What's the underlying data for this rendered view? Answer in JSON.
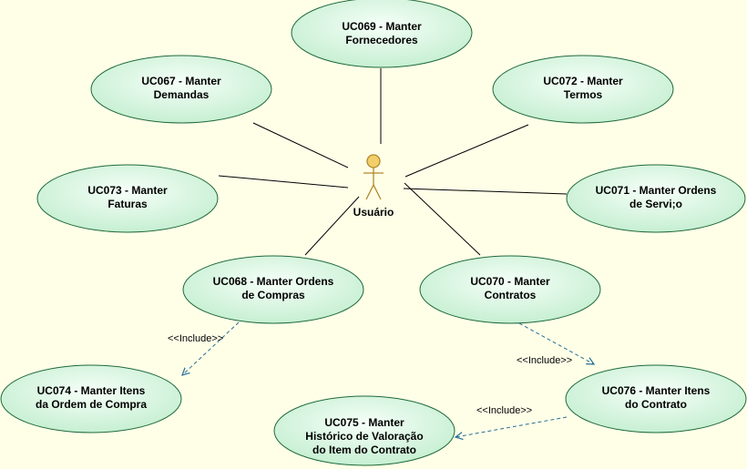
{
  "diagram": {
    "actor": {
      "name": "Usuário"
    },
    "use_cases": [
      {
        "id": "uc069",
        "lines": [
          "UC069 - Manter",
          "Fornecedores"
        ]
      },
      {
        "id": "uc067",
        "lines": [
          "UC067 - Manter",
          "Demandas"
        ]
      },
      {
        "id": "uc072",
        "lines": [
          "UC072 - Manter",
          "Termos"
        ]
      },
      {
        "id": "uc073",
        "lines": [
          "UC073 - Manter",
          "Faturas"
        ]
      },
      {
        "id": "uc071",
        "lines": [
          "UC071 - Manter Ordens",
          "de Servi;o"
        ]
      },
      {
        "id": "uc068",
        "lines": [
          "UC068 - Manter Ordens",
          "de Compras"
        ]
      },
      {
        "id": "uc070",
        "lines": [
          "UC070 - Manter",
          "Contratos"
        ]
      },
      {
        "id": "uc074",
        "lines": [
          "UC074 - Manter Itens",
          "da Ordem de Compra"
        ]
      },
      {
        "id": "uc076",
        "lines": [
          "UC076 - Manter Itens",
          "do Contrato"
        ]
      },
      {
        "id": "uc075",
        "lines": [
          "UC075 - Manter",
          "Histórico de Valoração",
          "do Item do Contrato"
        ]
      }
    ],
    "includes": [
      {
        "from": "uc068",
        "to": "uc074",
        "label": "<<Include>>"
      },
      {
        "from": "uc070",
        "to": "uc076",
        "label": "<<Include>>"
      },
      {
        "from": "uc076",
        "to": "uc075",
        "label": "<<Include>>"
      }
    ],
    "colors": {
      "background": "#ffffe8",
      "ellipse_fill_center": "#f4fff6",
      "ellipse_fill_edge": "#c9f0d4",
      "ellipse_stroke": "#1f6a3a",
      "actor": "#b08a2a",
      "actor_fill": "#f3cf6a",
      "association": "#000000",
      "include": "#2a6f96"
    }
  }
}
